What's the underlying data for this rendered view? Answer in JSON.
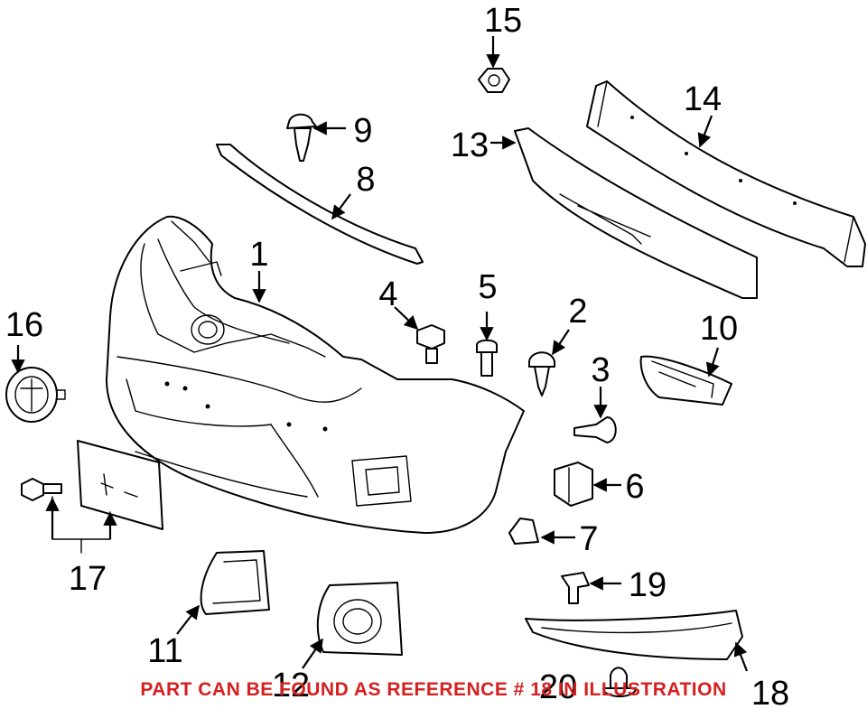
{
  "diagram": {
    "callouts": [
      "1",
      "2",
      "3",
      "4",
      "5",
      "6",
      "7",
      "8",
      "9",
      "10",
      "11",
      "12",
      "13",
      "14",
      "15",
      "16",
      "17",
      "18",
      "19",
      "20"
    ],
    "notice": "PART CAN BE FOUND AS REFERENCE # 18 IN ILLUSTRATION",
    "colors": {
      "line": "#000000",
      "notice": "#d61f1f",
      "background": "#ffffff"
    }
  }
}
